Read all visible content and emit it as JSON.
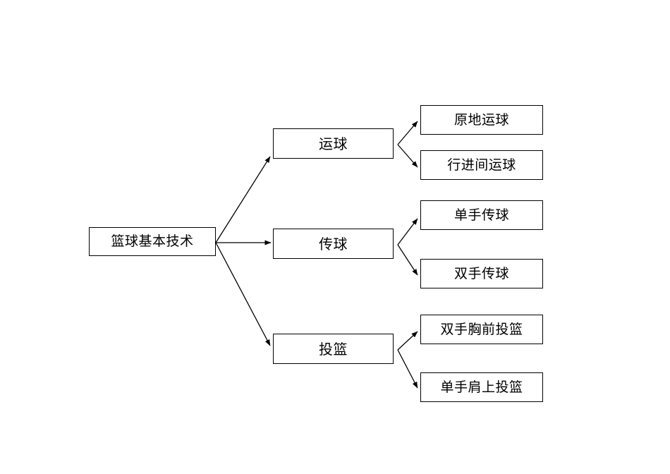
{
  "diagram": {
    "type": "tree",
    "title": "篮球基本技术",
    "root": {
      "id": "root",
      "label": "篮球基本技术"
    },
    "branches": [
      {
        "id": "dribble",
        "label": "运球",
        "children": [
          {
            "id": "dribble-stationary",
            "label": "原地运球"
          },
          {
            "id": "dribble-moving",
            "label": "行进间运球"
          }
        ]
      },
      {
        "id": "pass",
        "label": "传球",
        "children": [
          {
            "id": "pass-one-hand",
            "label": "单手传球"
          },
          {
            "id": "pass-two-hand",
            "label": "双手传球"
          }
        ]
      },
      {
        "id": "shoot",
        "label": "投篮",
        "children": [
          {
            "id": "shoot-two-hand-chest",
            "label": "双手胸前投篮"
          },
          {
            "id": "shoot-one-hand-shoulder",
            "label": "单手肩上投篮"
          }
        ]
      }
    ],
    "style": {
      "line_color": "#000000",
      "box_border_color": "#000000",
      "background_color": "#ffffff",
      "text_color": "#000000"
    }
  }
}
